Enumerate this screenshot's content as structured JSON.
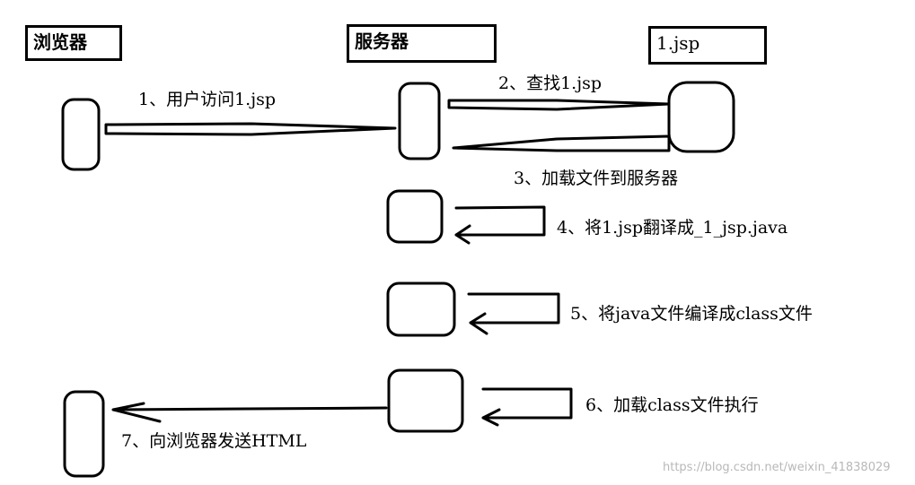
{
  "headers": {
    "browser": "浏览器",
    "server": "服务器",
    "jsp_file": "1.jsp"
  },
  "steps": [
    "1、用户访问1.jsp",
    "2、查找1.jsp",
    "3、加载文件到服务器",
    "4、将1.jsp翻译成_1_jsp.java",
    "5、将java文件编译成class文件",
    "6、加载class文件执行",
    "7、向浏览器发送HTML"
  ],
  "watermark": "https://blog.csdn.net/weixin_41838029",
  "colors": {
    "ink": "#000000",
    "paper": "#ffffff",
    "watermark": "#b8b8b8"
  }
}
